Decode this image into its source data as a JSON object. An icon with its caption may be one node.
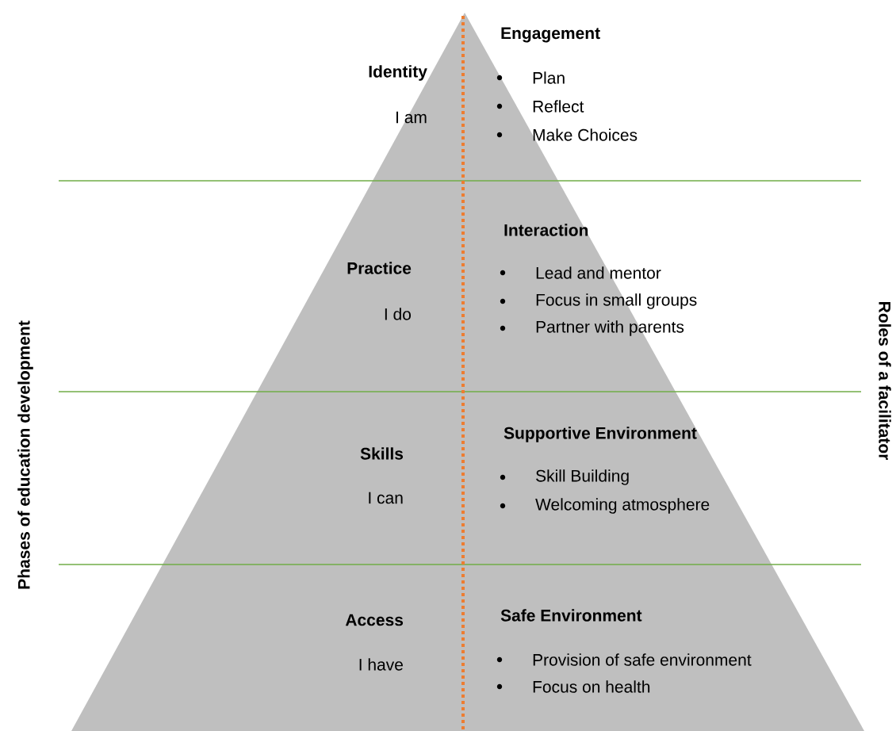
{
  "diagram": {
    "labels": [
      "Identity",
      "I am",
      "Engagement",
      "Plan",
      "Reflect",
      "Make Choices",
      "Practice",
      "I do",
      "Interaction",
      "Lead and mentor",
      "Focus in small groups",
      "Partner with parents",
      "Skills",
      "I can",
      "Supportive Environment",
      "Skill Building",
      "Welcoming atmosphere",
      "Access",
      "I have",
      "Safe Environment",
      "Provision of safe environment",
      "Focus on health",
      "Phases of education development",
      "Roles of a facilitator"
    ]
  }
}
